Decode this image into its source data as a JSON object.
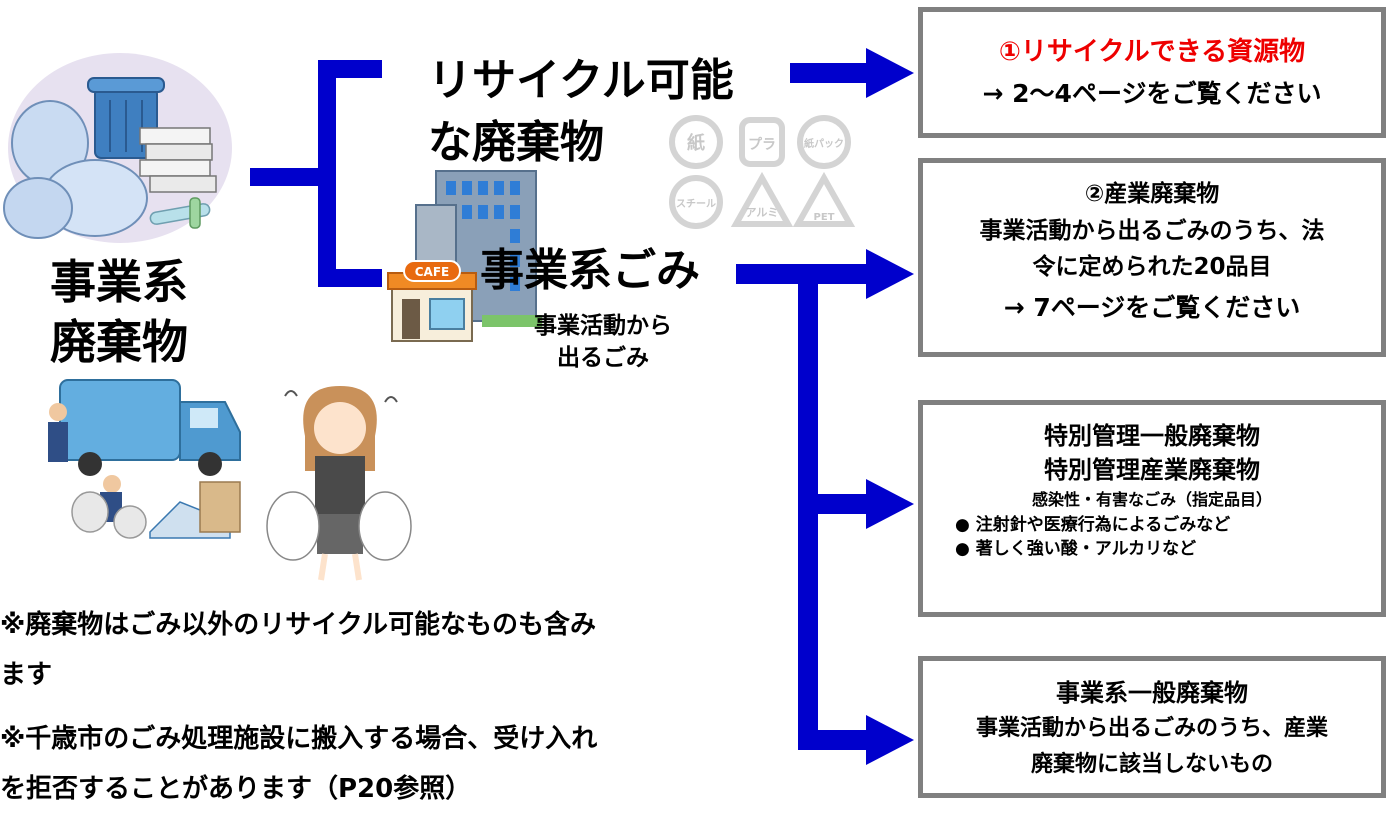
{
  "main": {
    "title_line1": "事業系",
    "title_line2": "廃棄物"
  },
  "recyclable": {
    "line1": "リサイクル可能",
    "line2": "な廃棄物",
    "marks": [
      "紙",
      "プラ",
      "紙パック",
      "スチール",
      "アルミ",
      "PET"
    ]
  },
  "business_waste": {
    "title": "事業系ごみ",
    "sub_line1": "事業活動から",
    "sub_line2": "出るごみ",
    "cafe_sign": "CAFE"
  },
  "boxes": [
    {
      "title": "①リサイクルできる資源物",
      "line": "→ 2～4ページをご覧ください"
    },
    {
      "title": "②産業廃棄物",
      "line1": "事業活動から出るごみのうち、法",
      "line2": "令に定められた20品目",
      "ref": "→ 7ページをご覧ください"
    },
    {
      "title1": "特別管理一般廃棄物",
      "title2": "特別管理産業廃棄物",
      "sub": "感染性・有害なごみ（指定品目）",
      "bullet1": "● 注射針や医療行為によるごみなど",
      "bullet2": "● 著しく強い酸・アルカリなど"
    },
    {
      "title": "事業系一般廃棄物",
      "line1": "事業活動から出るごみのうち、産業",
      "line2": "廃棄物に該当しないもの"
    }
  ],
  "notes": {
    "note1_line1": "※廃棄物はごみ以外のリサイクル可能なものも含み",
    "note1_line2": "ます",
    "note2_line1": "※千歳市のごみ処理施設に搬入する場合、受け入れ",
    "note2_line2": "を拒否することがあります（P20参照）"
  },
  "colors": {
    "arrow": "#0000cc",
    "box_border": "#808080",
    "highlight_red": "#ee0000"
  }
}
